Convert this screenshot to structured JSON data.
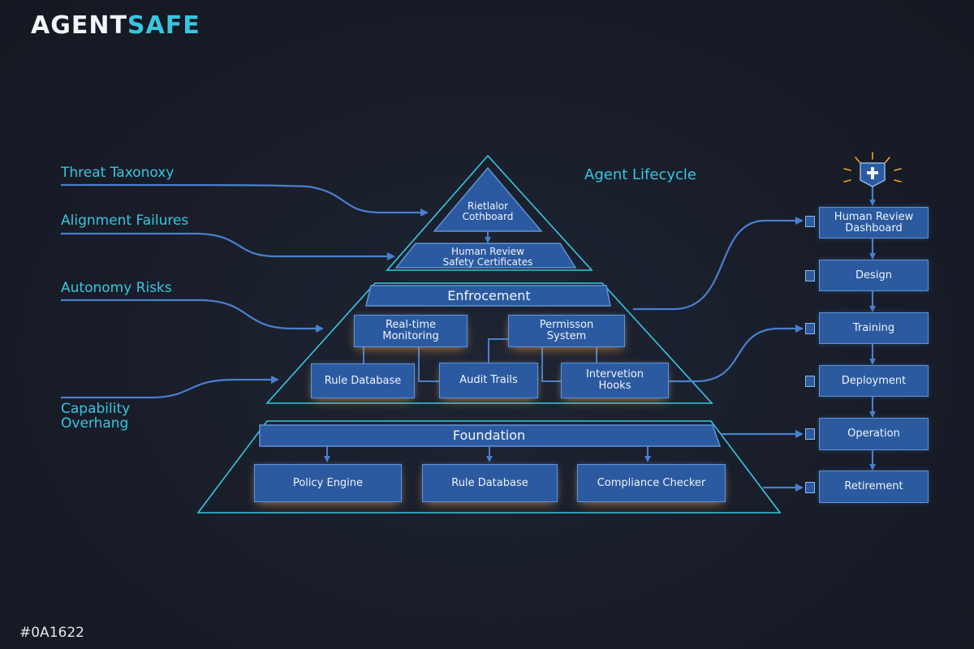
{
  "brand": {
    "word_a": "AGENT",
    "word_b": "SAFE"
  },
  "footer": {
    "code": "#0A1622"
  },
  "colors": {
    "background": "#181c27",
    "accent": "#36c7e0",
    "box_fill": "#2c5aa0",
    "box_border": "#5f93d6",
    "glow": "#ffa032"
  },
  "left_labels": [
    "Threat Taxonoxy",
    "Alignment Failures",
    "Autonomy Risks",
    "Capability\nOverhang"
  ],
  "pyramid": {
    "apex": {
      "top_label": "Rietlalor\nCothboard",
      "lower_label": "Human Review\nSafety Certificates"
    },
    "enforcement": {
      "title": "Enfrocement",
      "boxes": [
        "Real-time\nMonitoring",
        "Permisson\nSystem",
        "Rule Database",
        "Audit Trails",
        "Intervetion\nHooks"
      ]
    },
    "foundation": {
      "title": "Foundation",
      "boxes": [
        "Policy Engine",
        "Rule Database",
        "Compliance Checker"
      ]
    }
  },
  "lifecycle": {
    "title": "Agent Lifecycle",
    "icon": "shield-cross-icon",
    "stages": [
      "Human Review\nDashboard",
      "Design",
      "Training",
      "Deployment",
      "Operation",
      "Retirement"
    ]
  }
}
